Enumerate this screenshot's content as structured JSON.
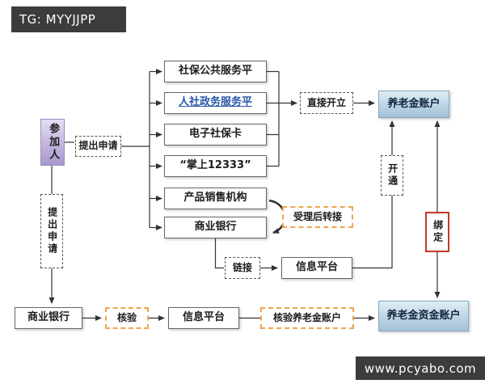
{
  "badges": {
    "top_left": "TG: MYYJJPP",
    "bottom_right": "www.pcyabo.com"
  },
  "flowchart": {
    "participant": "参加人",
    "apply_top": "提出申请",
    "channel_social_platform": "社保公共服务平",
    "channel_hr_platform": "人社政务服务平",
    "channel_ecard": "电子社保卡",
    "channel_palm12333": "“掌上12333”",
    "channel_sales_org": "产品销售机构",
    "channel_commercial_bank": "商业银行",
    "direct_open": "直接开立",
    "pension_account": "养老金账户",
    "transfer_after_acceptance": "受理后转接",
    "link": "链接",
    "info_platform_mid": "信息平台",
    "activate": "开通",
    "bind": "绑定",
    "apply_left": "提出申请",
    "bank_bottom": "商业银行",
    "verify": "核验",
    "info_platform_bottom": "信息平台",
    "verify_pension_account": "核验养老金账户",
    "pension_fund_account": "养老金资金账户"
  },
  "colors": {
    "badge_bg": "#3c3c3e",
    "orange_dashed_border": "#f0a44e",
    "red_bind_border": "#c0392b",
    "hyperlink_text": "#2b57a7",
    "account_box_blue": "#bcd4e4",
    "participant_box_purple": "#bfb2dc",
    "connector_line": "#333333"
  }
}
